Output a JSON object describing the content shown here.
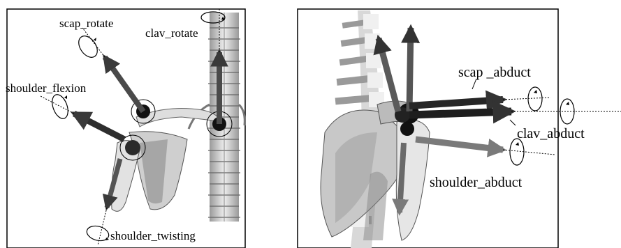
{
  "left_panel": {
    "labels": {
      "scap_rotate": "scap_rotate",
      "clav_rotate": "clav_rotate",
      "shoulder_flexion": "shoulder_flexion",
      "shoulder_twisting": "shoulder_twisting"
    }
  },
  "right_panel": {
    "labels": {
      "scap_abduct": "scap _abduct",
      "clav_abduct": "clav_abduct",
      "shoulder_abduct": "shoulder_abduct"
    }
  },
  "colors": {
    "arrow_dark": "#3a3a3a",
    "arrow_mid": "#6a6a6a",
    "arrow_light": "#8a8a8a",
    "bone_light": "#e6e6e6",
    "bone_mid": "#b8b8b8",
    "bone_dark": "#5a5a5a",
    "joint": "#111111"
  }
}
